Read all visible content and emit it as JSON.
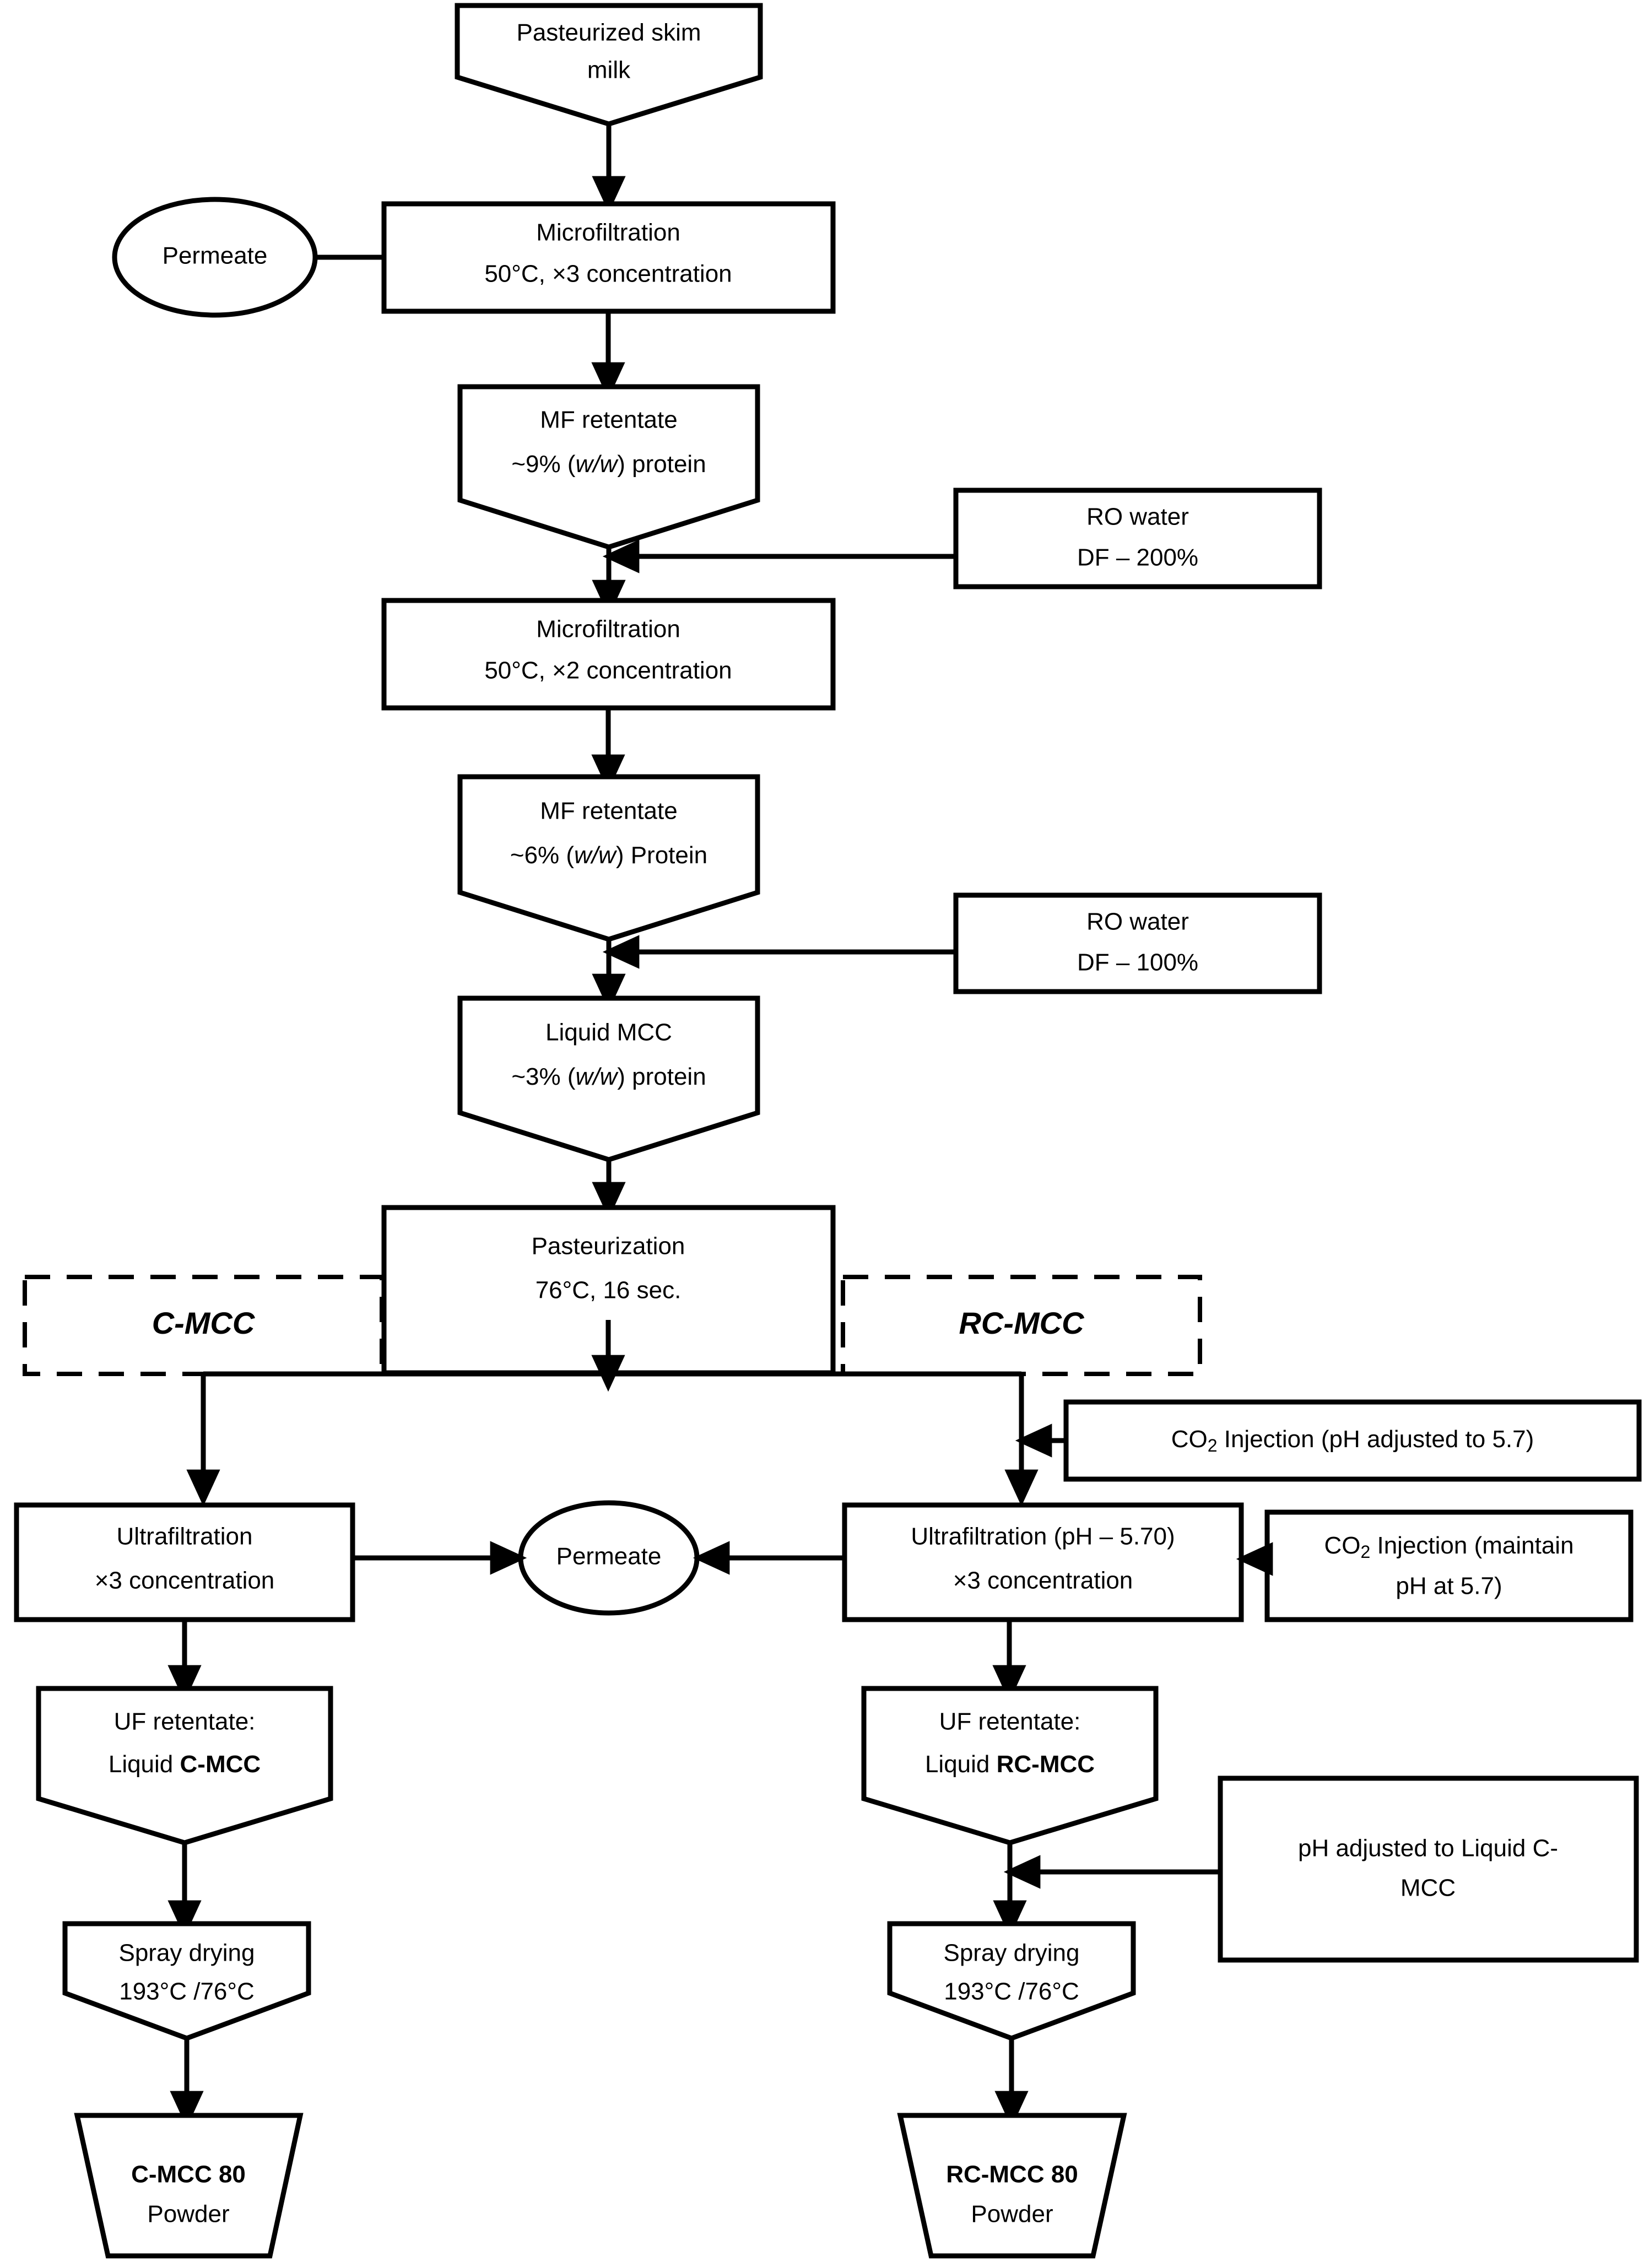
{
  "diagram": {
    "title": "MCC / RC-MCC powder manufacturing process flow",
    "colors": {
      "stroke": "#000000",
      "fill": "#ffffff",
      "text": "#000000"
    },
    "nodes": {
      "pasteurized_skim_milk": {
        "line1": "Pasteurized skim",
        "line2": "milk",
        "shape": "pentagon-down"
      },
      "permeate_top": {
        "label": "Permeate",
        "shape": "ellipse"
      },
      "microfiltration_1": {
        "line1": "Microfiltration",
        "line2": "50°C, ×3 concentration",
        "shape": "rect"
      },
      "mf_retentate_9": {
        "line1": "MF retentate",
        "line2_pre": "~9% (",
        "line2_it": "w/w",
        "line2_post": ") protein",
        "shape": "pentagon-down"
      },
      "ro_water_200": {
        "line1": "RO water",
        "line2": "DF – 200%",
        "shape": "rect"
      },
      "microfiltration_2": {
        "line1": "Microfiltration",
        "line2": "50°C, ×2 concentration",
        "shape": "rect"
      },
      "mf_retentate_6": {
        "line1": "MF retentate",
        "line2_pre": "~6% (",
        "line2_it": "w/w",
        "line2_post": ") Protein",
        "shape": "pentagon-down"
      },
      "ro_water_100": {
        "line1": "RO water",
        "line2": "DF – 100%",
        "shape": "rect"
      },
      "liquid_mcc": {
        "line1": "Liquid MCC",
        "line2_pre": "~3% (",
        "line2_it": "w/w",
        "line2_post": ") protein",
        "shape": "pentagon-down"
      },
      "pasteurization": {
        "line1": "Pasteurization",
        "line2": "76°C, 16 sec.",
        "shape": "rect"
      },
      "branch_c_mcc": {
        "label": "C-MCC",
        "shape": "dashed-rect"
      },
      "branch_rc_mcc": {
        "label": "RC-MCC",
        "shape": "dashed-rect"
      },
      "co2_injection_adjust": {
        "label": "CO₂ Injection (pH adjusted to 5.7)",
        "shape": "rect"
      },
      "ultrafiltration_left": {
        "line1": "Ultrafiltration",
        "line2": "×3 concentration",
        "shape": "rect"
      },
      "permeate_bottom": {
        "label": "Permeate",
        "shape": "ellipse"
      },
      "ultrafiltration_right": {
        "line1": "Ultrafiltration (pH – 5.70)",
        "line2": "×3 concentration",
        "shape": "rect"
      },
      "co2_injection_maintain": {
        "line1": "CO₂ Injection (maintain",
        "line2": "pH at 5.7)",
        "shape": "rect"
      },
      "uf_retentate_c": {
        "line1": "UF retentate:",
        "line2_pre": "Liquid ",
        "line2_bold": "C-MCC",
        "shape": "pentagon-down"
      },
      "uf_retentate_rc": {
        "line1": "UF retentate:",
        "line2_pre": "Liquid ",
        "line2_bold": "RC-MCC",
        "shape": "pentagon-down"
      },
      "ph_adjusted": {
        "line1": "pH adjusted to Liquid C-",
        "line2": "MCC",
        "shape": "rect"
      },
      "spray_drying_left": {
        "line1": "Spray drying",
        "line2": "193°C /76°C",
        "shape": "pentagon-down"
      },
      "spray_drying_right": {
        "line1": "Spray drying",
        "line2": "193°C /76°C",
        "shape": "pentagon-down"
      },
      "c_mcc_80_powder": {
        "line1": "C-MCC 80",
        "line2": "Powder",
        "shape": "trapezoid"
      },
      "rc_mcc_80_powder": {
        "line1": "RC-MCC 80",
        "line2": "Powder",
        "shape": "trapezoid"
      }
    },
    "edges": [
      {
        "from": "pasteurized_skim_milk",
        "to": "microfiltration_1",
        "kind": "arrow-down"
      },
      {
        "from": "microfiltration_1",
        "to": "permeate_top",
        "kind": "arrow-left"
      },
      {
        "from": "microfiltration_1",
        "to": "mf_retentate_9",
        "kind": "arrow-down"
      },
      {
        "from": "ro_water_200",
        "to": "microfiltration_2",
        "kind": "arrow-left-join"
      },
      {
        "from": "mf_retentate_9",
        "to": "microfiltration_2",
        "kind": "arrow-down"
      },
      {
        "from": "microfiltration_2",
        "to": "mf_retentate_6",
        "kind": "arrow-down"
      },
      {
        "from": "ro_water_100",
        "to": "liquid_mcc",
        "kind": "arrow-left-join"
      },
      {
        "from": "mf_retentate_6",
        "to": "liquid_mcc",
        "kind": "arrow-down"
      },
      {
        "from": "liquid_mcc",
        "to": "pasteurization",
        "kind": "arrow-down"
      },
      {
        "from": "pasteurization",
        "to": "split",
        "kind": "arrow-down"
      },
      {
        "from": "split",
        "to": "ultrafiltration_left",
        "kind": "arrow-down"
      },
      {
        "from": "split",
        "to": "ultrafiltration_right",
        "kind": "arrow-down"
      },
      {
        "from": "co2_injection_adjust",
        "to": "rc_branch_line",
        "kind": "arrow-left"
      },
      {
        "from": "ultrafiltration_left",
        "to": "permeate_bottom",
        "kind": "arrow-right"
      },
      {
        "from": "ultrafiltration_right",
        "to": "permeate_bottom",
        "kind": "arrow-left"
      },
      {
        "from": "co2_injection_maintain",
        "to": "ultrafiltration_right",
        "kind": "arrow-left"
      },
      {
        "from": "ultrafiltration_left",
        "to": "uf_retentate_c",
        "kind": "arrow-down"
      },
      {
        "from": "ultrafiltration_right",
        "to": "uf_retentate_rc",
        "kind": "arrow-down"
      },
      {
        "from": "uf_retentate_c",
        "to": "spray_drying_left",
        "kind": "arrow-down"
      },
      {
        "from": "ph_adjusted",
        "to": "spray_drying_right",
        "kind": "arrow-left-join"
      },
      {
        "from": "uf_retentate_rc",
        "to": "spray_drying_right",
        "kind": "arrow-down"
      },
      {
        "from": "spray_drying_left",
        "to": "c_mcc_80_powder",
        "kind": "arrow-down"
      },
      {
        "from": "spray_drying_right",
        "to": "rc_mcc_80_powder",
        "kind": "arrow-down"
      }
    ]
  }
}
